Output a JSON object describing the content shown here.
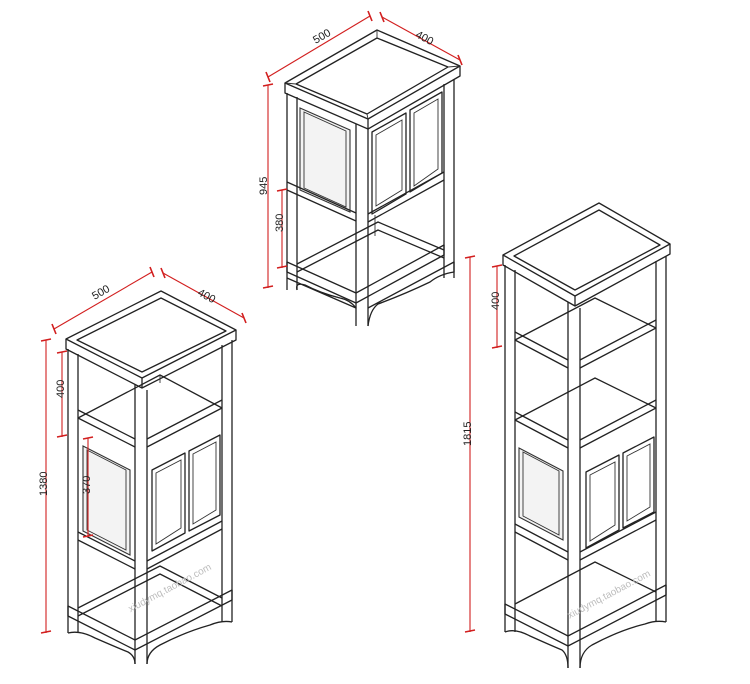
{
  "cabinets": [
    {
      "id": "top-cabinet",
      "dims": {
        "width": "500",
        "depth": "400",
        "height": "945",
        "lower": "380"
      }
    },
    {
      "id": "left-cabinet",
      "dims": {
        "width": "500",
        "depth": "400",
        "height": "1380",
        "top": "400",
        "middle": "370"
      }
    },
    {
      "id": "right-cabinet",
      "dims": {
        "height": "1815",
        "top": "400"
      }
    }
  ],
  "watermark": {
    "url_left": "xiudymq.taobao.com",
    "url_right": "xiudymq.taobao.com"
  }
}
